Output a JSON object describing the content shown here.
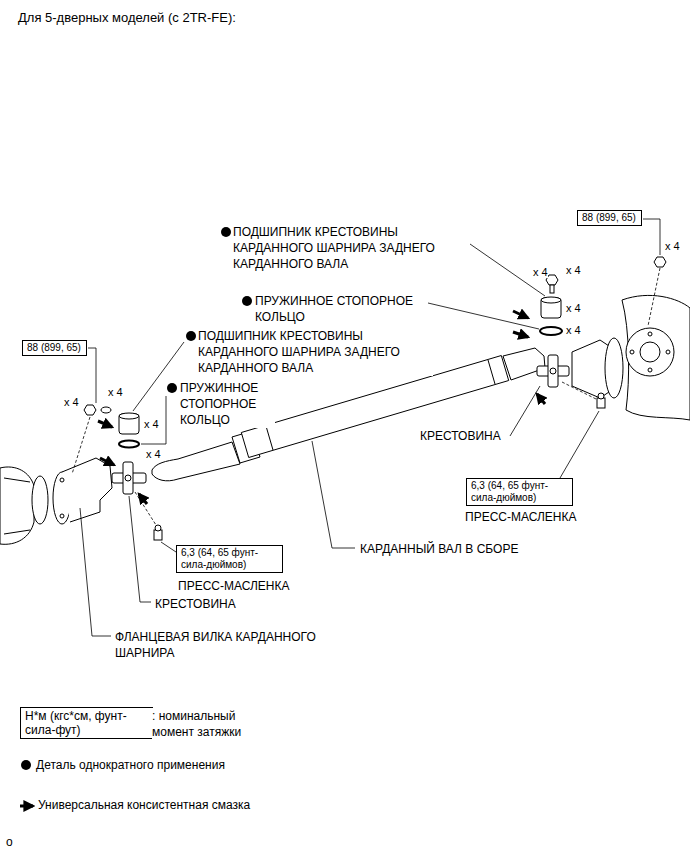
{
  "diagram": {
    "title": "Для 5-дверных моделей (с 2TR-FE):",
    "nodes": [
      {
        "text": [
          "88 (899, 65)"
        ]
      },
      {
        "text": [
          "88 (899, 65)"
        ]
      },
      {
        "text": [
          "6,3 (64, 65 фунт-сила-дюймов)"
        ]
      },
      {
        "text": [
          "6,3 (64, 65 фунт-сила-дюймов)"
        ]
      },
      {
        "text": [
          "Н*м (кгс*см, фунт-сила-фут)"
        ]
      }
    ],
    "labels": [
      "ПОДШИПНИК КРЕСТОВИНЫ КАРДАННОГО ШАРНИРА ЗАДНЕГО КАРДАННОГО ВАЛА",
      "x 4",
      "x 4",
      "x 4",
      "ПРУЖИННОЕ СТОПОРНОЕ КОЛЬЦО",
      "x 4",
      "x 4",
      "ПОДШИПНИК КРЕСТОВИНЫ КАРДАННОГО ШАРНИРА ЗАДНЕГО КАРДАННОГО ВАЛА",
      "ПРУЖИННОЕ СТОПОРНОЕ КОЛЬЦО",
      "x 4",
      "x 4",
      "x 4",
      "x 4",
      "КРЕСТОВИНА",
      "ПРЕСС-МАСЛЕНКА",
      "КАРДАННЫЙ ВАЛ В СБОРЕ",
      "ПРЕСС-МАСЛЕНКА",
      "КРЕСТОВИНА",
      "ФЛАНЦЕВАЯ ВИЛКА КАРДАННОГО ШАРНИРА",
      "o"
    ],
    "legend": [
      {
        "text": ": номинальный момент затяжки"
      },
      {
        "text": "Деталь однократного применения"
      },
      {
        "text": "Универсальная консистентная смазка"
      }
    ]
  }
}
